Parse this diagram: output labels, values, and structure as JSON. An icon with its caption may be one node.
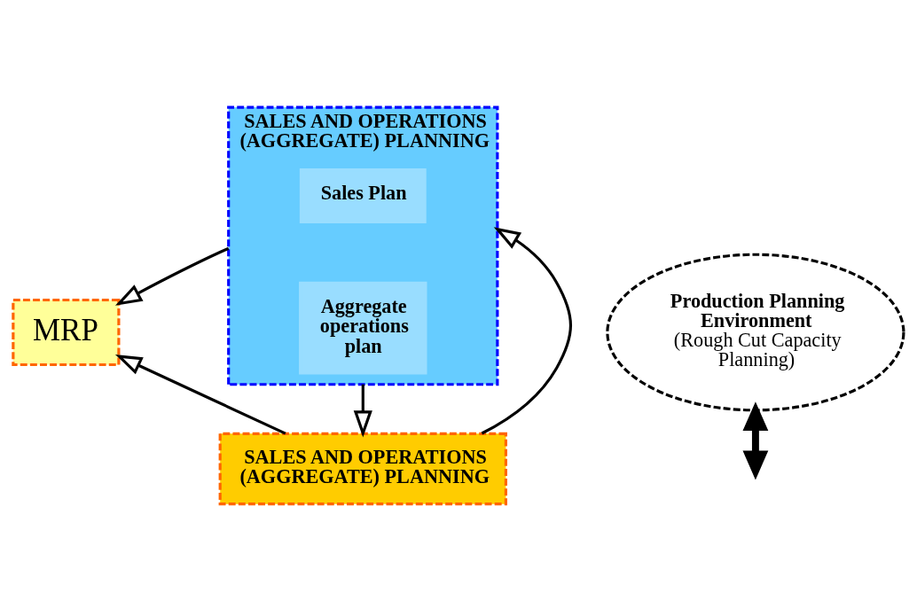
{
  "diagram": {
    "nodes": [
      {
        "text": [
          "MRP"
        ]
      },
      {
        "text": [
          "SALES AND OPERATIONS (AGGREGATE) PLANNING"
        ]
      },
      {
        "text": [
          "Sales Plan"
        ],
        "in": 1
      },
      {
        "text": [
          "Aggregate operations plan"
        ],
        "in": 1
      },
      {
        "text": [
          "SALES AND OPERATIONS (AGGREGATE) PLANNING"
        ]
      },
      {
        "text": [
          "Production Planning Environment",
          "(Rough Cut Capacity Planning)"
        ]
      }
    ],
    "edges": [
      {
        "from": 1,
        "to": 0,
        "arrow": "to"
      },
      {
        "from": 4,
        "to": 0,
        "arrow": "to"
      },
      {
        "from": 1,
        "to": 4,
        "arrow": "to"
      },
      {
        "from": null,
        "to": 5,
        "arrow": "both",
        "style": "thick"
      },
      {
        "from": 4,
        "to": 1,
        "arrow": "to"
      }
    ]
  }
}
